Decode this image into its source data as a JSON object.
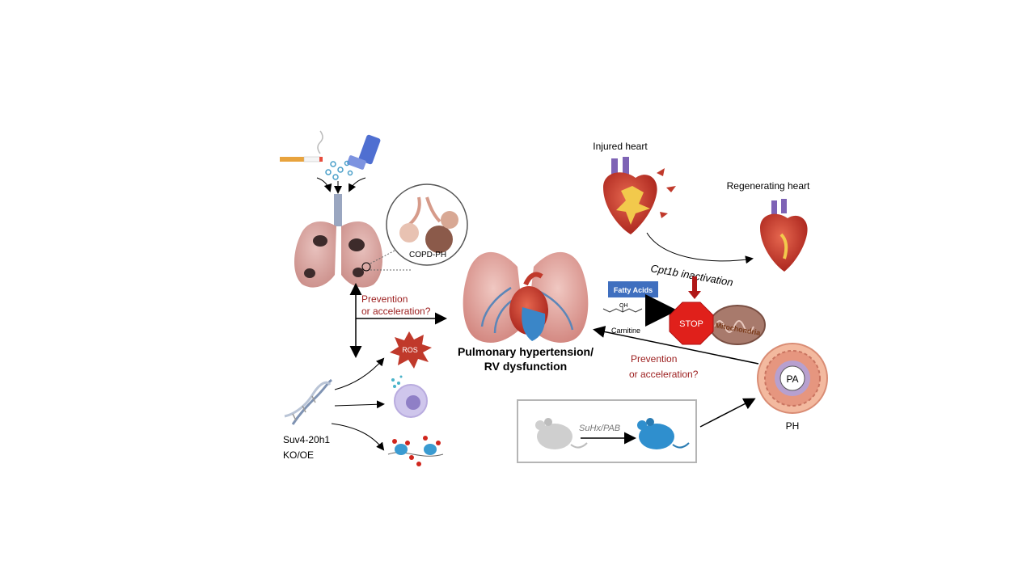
{
  "labels": {
    "copd_ph": "COPD-PH",
    "prevention_left_line1": "Prevention",
    "prevention_left_line2": "or acceleration?",
    "ros": "ROS",
    "suv_line1": "Suv4-20h1",
    "suv_line2": "KO/OE",
    "main_line1": "Pulmonary hypertension/",
    "main_line2": "RV dysfunction",
    "injured_heart": "Injured heart",
    "regenerating_heart": "Regenerating heart",
    "cpt1b": "Cpt1b inactivation",
    "fatty_acids": "Fatty Acids",
    "carnitine": "Carnitine",
    "oh": "OH",
    "stop": "STOP",
    "mitochondria": "Mitochondria",
    "prevention_right_line1": "Prevention",
    "prevention_right_line2": "or acceleration?",
    "pa": "PA",
    "ph": "PH",
    "suhx_pab": "SuHx/PAB"
  },
  "colors": {
    "accent_red": "#9b1c1c",
    "lung": "#c99a9a",
    "heart_red": "#c0392b",
    "vessel_blue": "#3a86c8",
    "mouse_grey": "#c9c9c9",
    "mouse_blue": "#2f8fce"
  },
  "icons": [
    "cigarette-icon",
    "inhaler-icon",
    "lungs-icon",
    "magnifier-icon",
    "heart-icon",
    "mouse-icon",
    "dna-icon",
    "cell-icon",
    "nucleosome-icon",
    "stop-sign-icon",
    "mitochondria-icon",
    "artery-cross-section-icon"
  ]
}
